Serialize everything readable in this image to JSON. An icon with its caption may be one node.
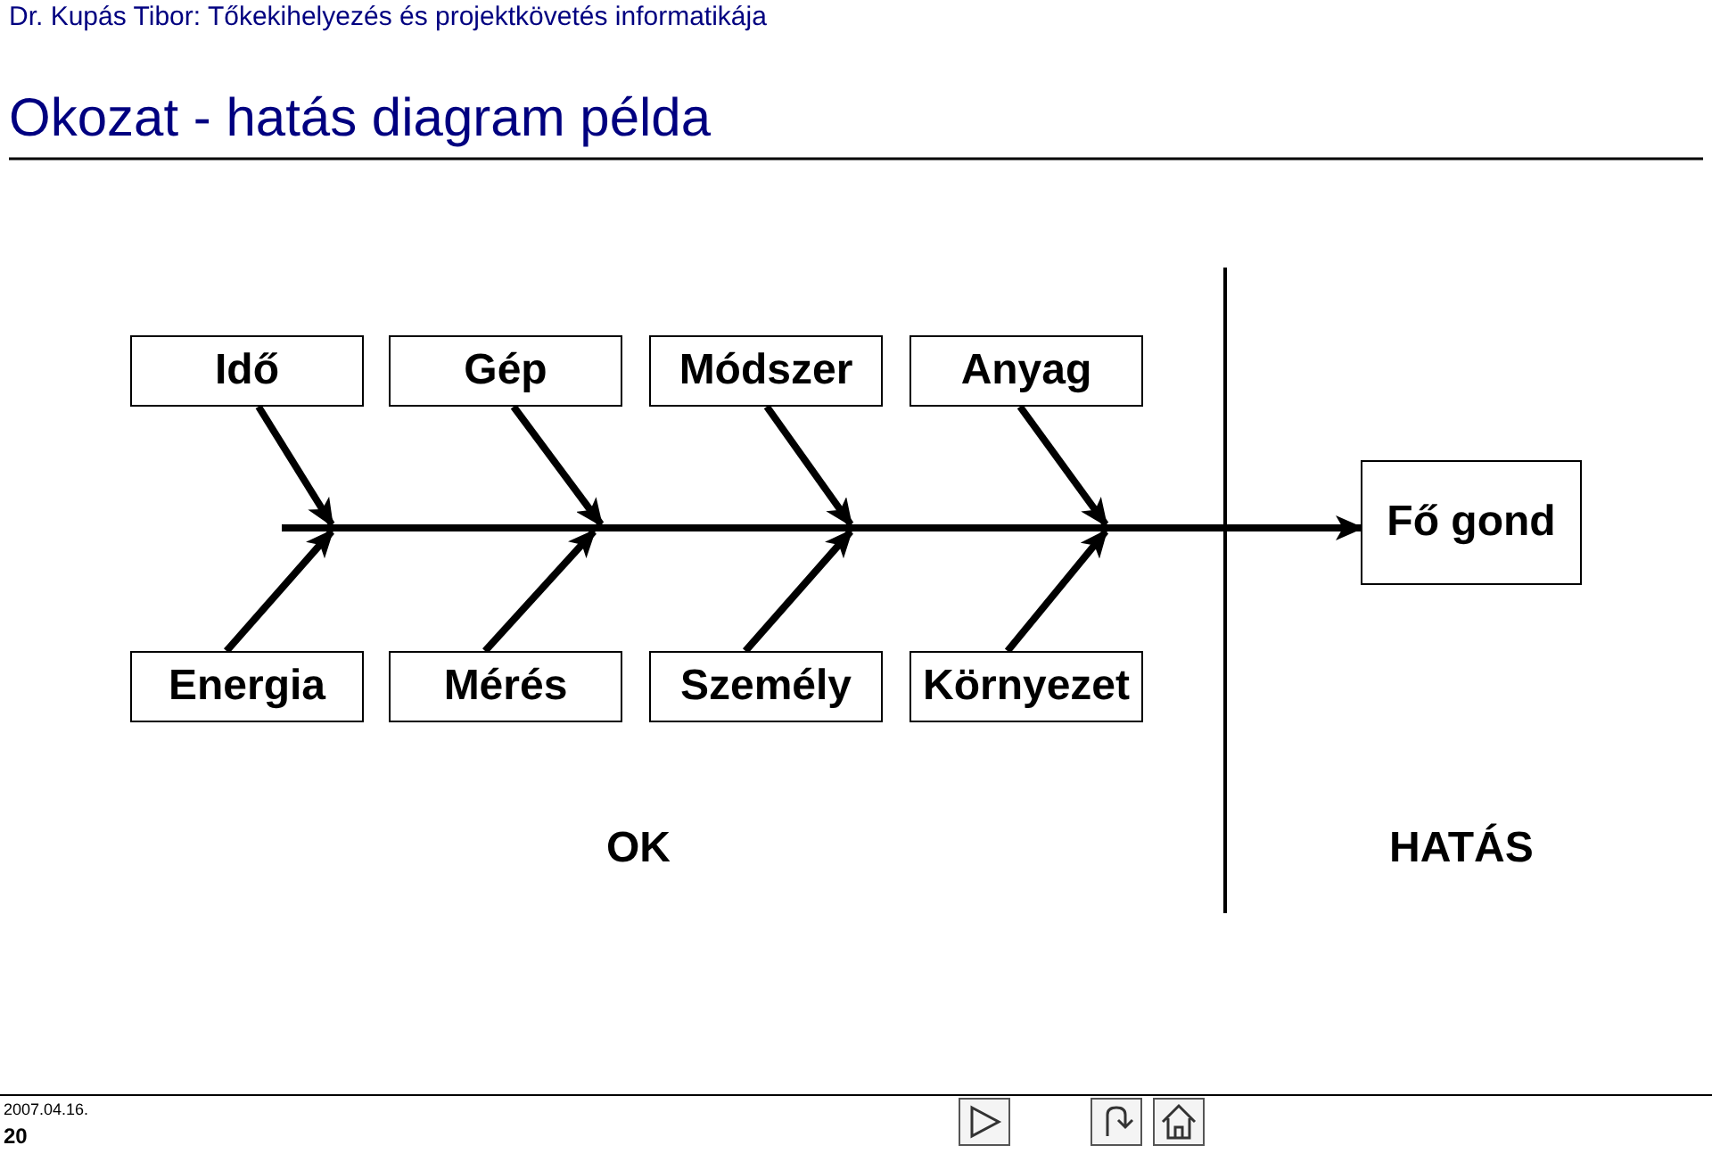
{
  "diagram": {
    "title": "Okozat - hatás diagram példa",
    "nodes": [
      {
        "text": [
          "Idő"
        ]
      },
      {
        "text": [
          "Gép"
        ]
      },
      {
        "text": [
          "Módszer"
        ]
      },
      {
        "text": [
          "Anyag"
        ]
      },
      {
        "text": [],
        "shape": "bar"
      },
      {
        "text": [
          "Fő gond"
        ]
      },
      {
        "text": [
          "Energia"
        ]
      },
      {
        "text": [
          "Mérés"
        ]
      },
      {
        "text": [
          "Személy"
        ]
      },
      {
        "text": [
          "Környezet"
        ]
      }
    ],
    "edges": [
      {
        "from": 0,
        "to": 4,
        "arrow": "to"
      },
      {
        "from": 1,
        "to": 4,
        "arrow": "to"
      },
      {
        "from": 2,
        "to": 4,
        "arrow": "to"
      },
      {
        "from": 3,
        "to": 4,
        "arrow": "to"
      },
      {
        "from": 6,
        "to": 4,
        "arrow": "to"
      },
      {
        "from": 7,
        "to": 4,
        "arrow": "to"
      },
      {
        "from": 8,
        "to": 4,
        "arrow": "to"
      },
      {
        "from": 9,
        "to": 4,
        "arrow": "to"
      },
      {
        "from": 4,
        "to": 5,
        "arrow": "to"
      }
    ],
    "labels": [
      "Dr. Kupás Tibor: Tőkekihelyezés és projektkövetés informatikája",
      "OK",
      "HATÁS",
      "2007.04.16.",
      "20"
    ]
  }
}
